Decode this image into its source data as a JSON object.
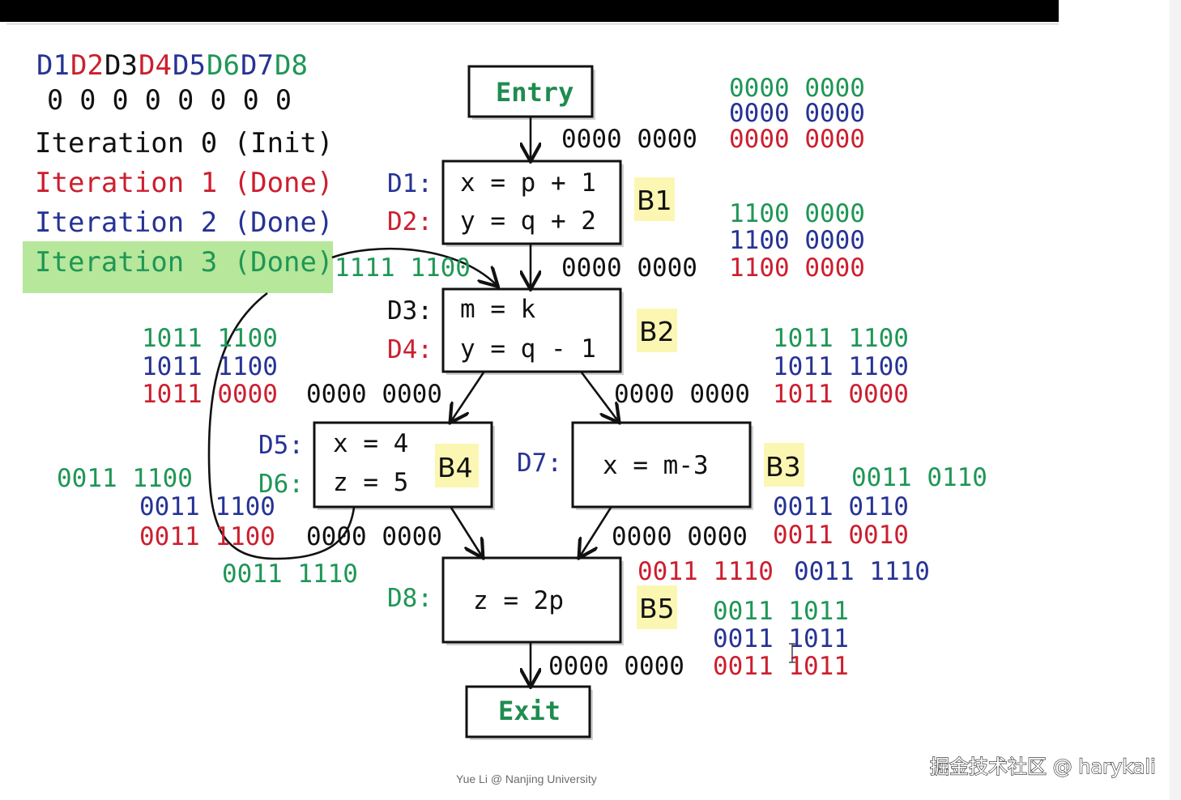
{
  "colors": {
    "black": "#111111",
    "red": "#cc1f2f",
    "blue": "#263394",
    "green": "#1f9656",
    "highlight_green": "#b6e79a",
    "label_yellow": "#fbf7b3",
    "entry_text": "#1f8c50"
  },
  "legend": {
    "defs": [
      {
        "label": "D1",
        "color": "blue"
      },
      {
        "label": "D2",
        "color": "red"
      },
      {
        "label": "D3",
        "color": "black"
      },
      {
        "label": "D4",
        "color": "red"
      },
      {
        "label": "D5",
        "color": "blue"
      },
      {
        "label": "D6",
        "color": "green"
      },
      {
        "label": "D7",
        "color": "blue"
      },
      {
        "label": "D8",
        "color": "green"
      }
    ],
    "bits": "0 0 0 0 0 0 0 0",
    "iterations": [
      {
        "text": "Iteration 0 (Init)",
        "color": "black"
      },
      {
        "text": "Iteration 1 (Done)",
        "color": "red"
      },
      {
        "text": "Iteration 2 (Done)",
        "color": "blue"
      },
      {
        "text": "Iteration 3 (Done)",
        "color": "green"
      }
    ]
  },
  "nodes": {
    "entry": {
      "label": "Entry"
    },
    "exit": {
      "label": "Exit"
    },
    "b1": {
      "name": "B1",
      "defs": [
        "D1:",
        "D2:"
      ],
      "stmts": [
        "x = p + 1",
        "y = q + 2"
      ]
    },
    "b2": {
      "name": "B2",
      "defs": [
        "D3:",
        "D4:"
      ],
      "stmts": [
        "m = k",
        "y = q - 1"
      ]
    },
    "b4": {
      "name": "B4",
      "defs": [
        "D5:",
        "D6:"
      ],
      "stmts": [
        "x = 4",
        "z = 5"
      ]
    },
    "b3": {
      "name": "B3",
      "defs": [
        "D7:"
      ],
      "stmts": [
        "x = m-3"
      ]
    },
    "b5": {
      "name": "B5",
      "defs": [
        "D8:"
      ],
      "stmts": [
        "z = 2p"
      ]
    }
  },
  "bitvectors": [
    {
      "text": "0000 0000",
      "color": "green"
    },
    {
      "text": "0000 0000",
      "color": "blue"
    },
    {
      "text": "0000 0000",
      "color": "black"
    },
    {
      "text": "0000 0000",
      "color": "red"
    },
    {
      "text": "1100 0000",
      "color": "green"
    },
    {
      "text": "1100 0000",
      "color": "blue"
    },
    {
      "text": "1111 1100",
      "color": "green"
    },
    {
      "text": "0000 0000",
      "color": "black"
    },
    {
      "text": "1100 0000",
      "color": "red"
    },
    {
      "text": "1011 1100",
      "color": "green"
    },
    {
      "text": "1011 1100",
      "color": "blue"
    },
    {
      "text": "1011 0000",
      "color": "red"
    },
    {
      "text": "0000 0000",
      "color": "black"
    },
    {
      "text": "1011 1100",
      "color": "green"
    },
    {
      "text": "1011 1100",
      "color": "blue"
    },
    {
      "text": "0000 0000",
      "color": "black"
    },
    {
      "text": "1011 0000",
      "color": "red"
    },
    {
      "text": "0011 1100",
      "color": "green"
    },
    {
      "text": "0011 1100",
      "color": "blue"
    },
    {
      "text": "0011 1100",
      "color": "red"
    },
    {
      "text": "0000 0000",
      "color": "black"
    },
    {
      "text": "0011 1110",
      "color": "green"
    },
    {
      "text": "0011 0110",
      "color": "green"
    },
    {
      "text": "0011 0110",
      "color": "blue"
    },
    {
      "text": "0000 0000",
      "color": "black"
    },
    {
      "text": "0011 0010",
      "color": "red"
    },
    {
      "text": "0011 1110",
      "color": "red"
    },
    {
      "text": "0011 1110",
      "color": "blue"
    },
    {
      "text": "0011 1011",
      "color": "green"
    },
    {
      "text": "0011 1011",
      "color": "blue"
    },
    {
      "text": "0000 0000",
      "color": "black"
    },
    {
      "text": "0011 1011",
      "color": "red"
    }
  ],
  "footer": {
    "credit": "Yue Li @ Nanjing University",
    "watermark": "掘金技术社区 @ harykali"
  }
}
